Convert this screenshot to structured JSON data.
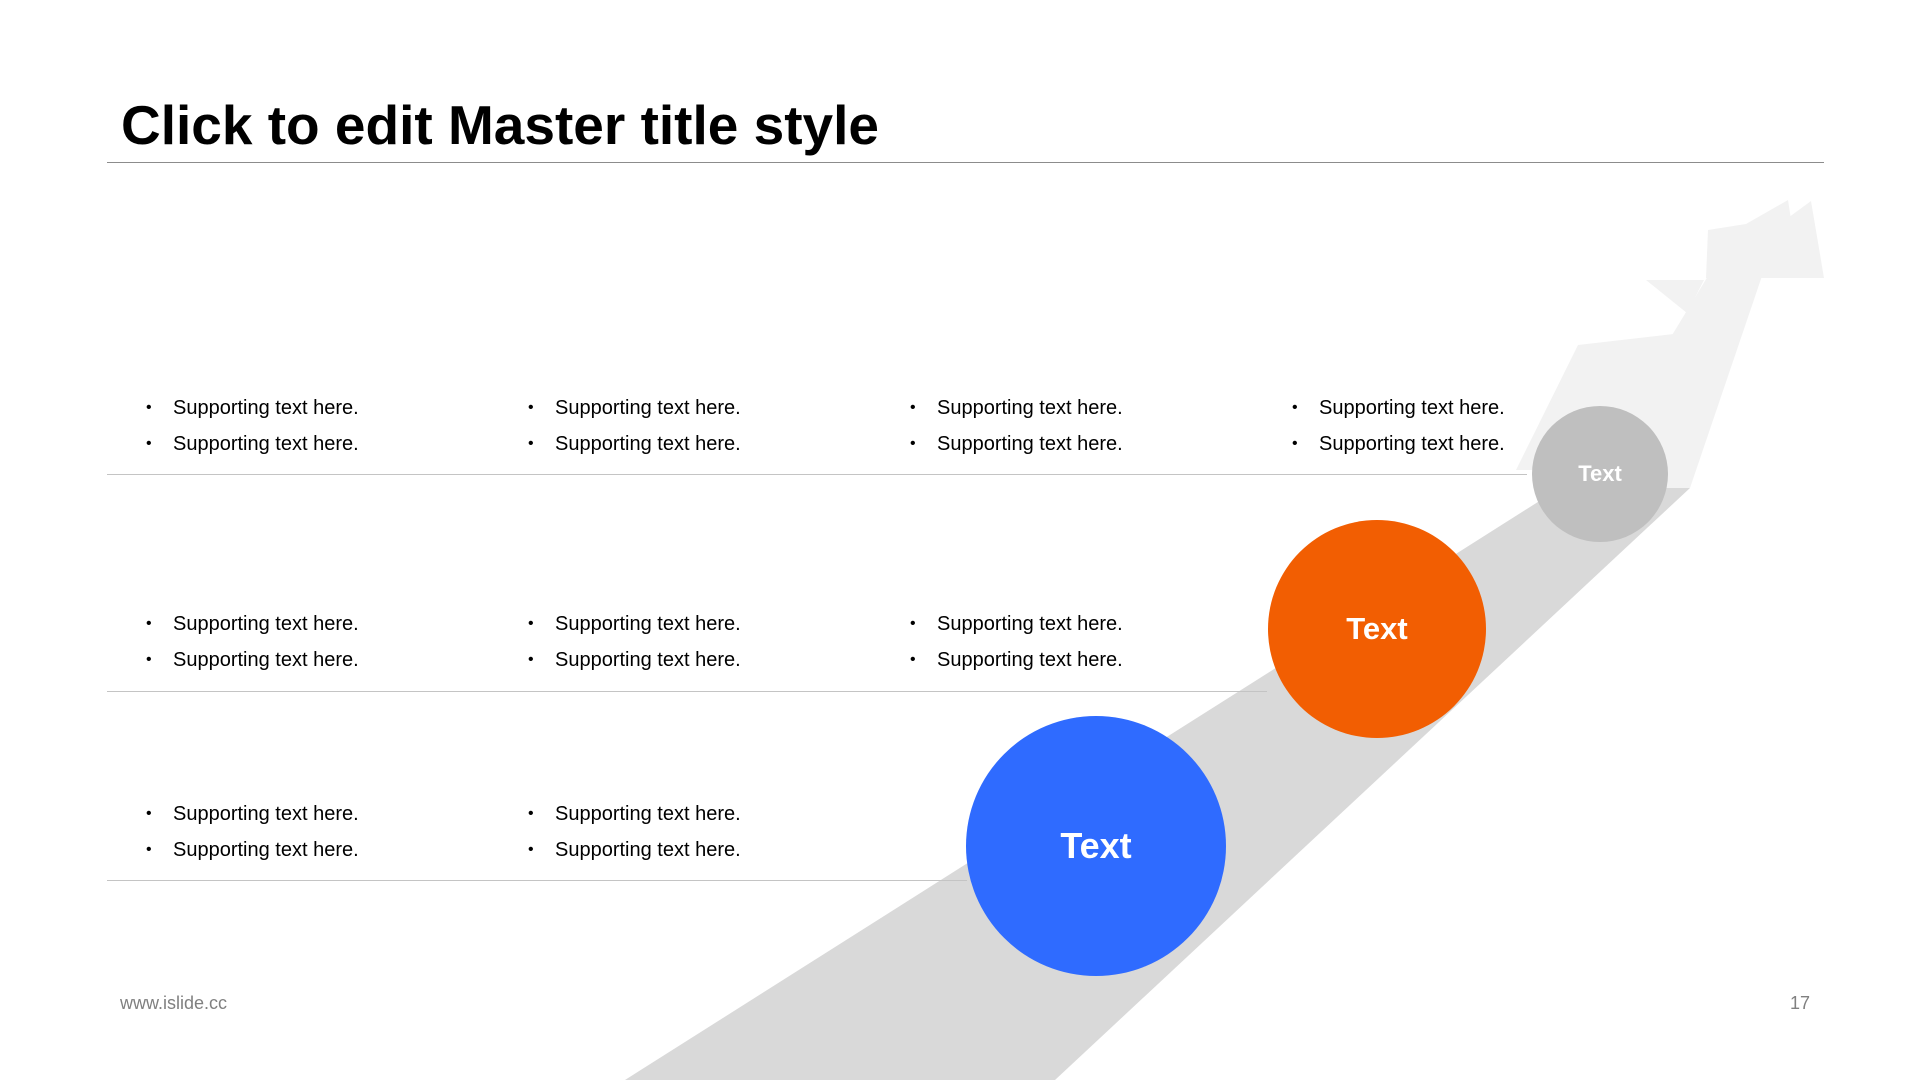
{
  "slide": {
    "title": "Click to edit Master title style",
    "footer_url": "www.islide.cc",
    "page_number": "17"
  },
  "columns": [
    {
      "rows": [
        [
          "Supporting text here.",
          "Supporting text here."
        ],
        [
          "Supporting text here.",
          "Supporting text here."
        ],
        [
          "Supporting text here.",
          "Supporting text here."
        ]
      ]
    },
    {
      "rows": [
        [
          "Supporting text here.",
          "Supporting text here."
        ],
        [
          "Supporting text here.",
          "Supporting text here."
        ],
        [
          "Supporting text here.",
          "Supporting text here."
        ]
      ]
    },
    {
      "rows": [
        [
          "Supporting text here.",
          "Supporting text here."
        ],
        [
          "Supporting text here.",
          "Supporting text here."
        ]
      ]
    },
    {
      "rows": [
        [
          "Supporting text here.",
          "Supporting text here."
        ]
      ]
    }
  ],
  "steps": [
    {
      "label": "Text",
      "color": "#2f6bff"
    },
    {
      "label": "Text",
      "color": "#f25e02"
    },
    {
      "label": "Text",
      "color": "#bfbfbf"
    }
  ],
  "colors": {
    "arrow_light": "#f2f2f2",
    "arrow_path": "#d9d9d9",
    "rule": "#c4c4c4"
  }
}
